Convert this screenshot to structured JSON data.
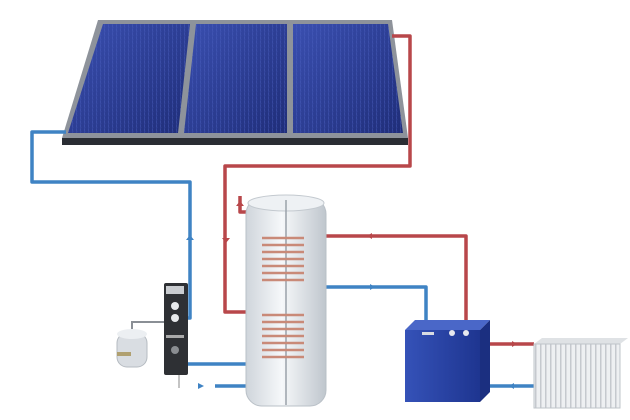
{
  "diagram": {
    "type": "solar-water-heating-system",
    "components": [
      "solar-collectors",
      "pump-station",
      "expansion-vessel",
      "storage-tank",
      "boiler",
      "radiator"
    ]
  },
  "colors": {
    "background": "#ffffff",
    "panel": "#2b3c8f",
    "panel_frame": "#9a9ea6",
    "hot_pipe": "#b8474a",
    "cold_pipe": "#3f83c4",
    "boiler": "#2a47a8",
    "tank": "#e4e8ec",
    "coil": "#c98a78"
  }
}
